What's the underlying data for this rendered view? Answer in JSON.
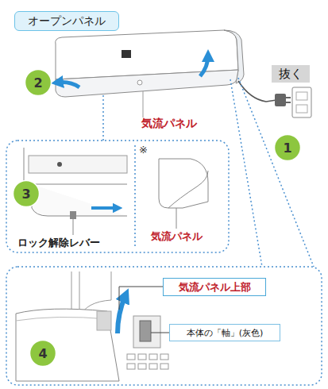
{
  "diagram": {
    "nodes": [
      {
        "text": [
          "オープンパネル"
        ]
      },
      {
        "text": [
          "抜く"
        ]
      },
      {
        "text": [
          "2"
        ]
      },
      {
        "text": [
          "1"
        ]
      },
      {
        "text": [
          "3"
        ]
      },
      {
        "text": [
          "気流パネル上部"
        ]
      },
      {
        "text": [
          "本体の「軸」(灰色)"
        ]
      },
      {
        "text": [
          "4"
        ]
      }
    ],
    "labels": [
      "気流パネル",
      "※",
      "ロック解除レバー",
      "気流パネル"
    ]
  }
}
